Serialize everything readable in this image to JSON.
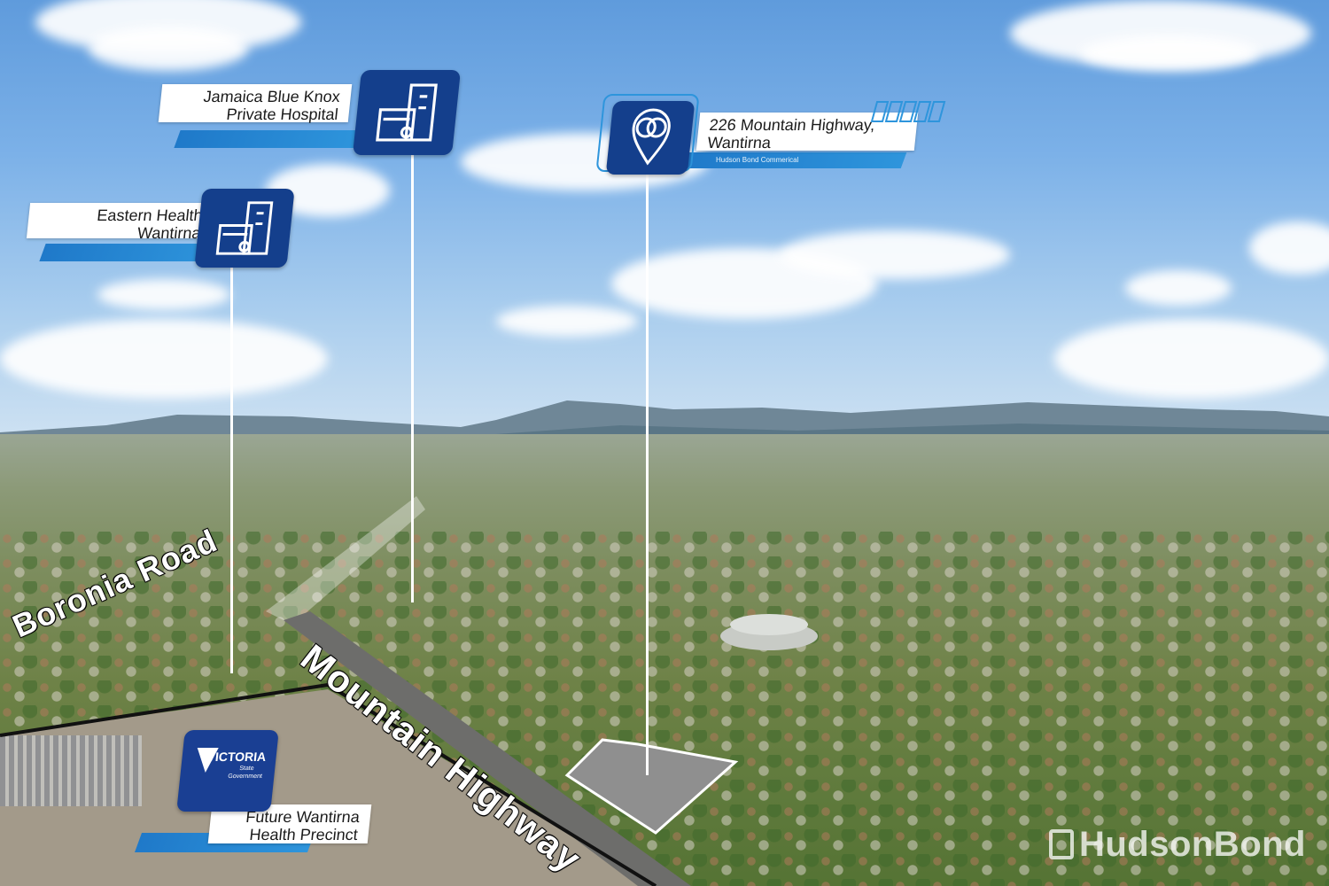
{
  "markers": {
    "eastern_health": {
      "line1": "Eastern Health",
      "line2": "Wantirna",
      "icon": "hospital-building-icon"
    },
    "jamaica_blue": {
      "line1": "Jamaica Blue Knox",
      "line2": "Private Hospital",
      "icon": "hospital-building-icon"
    },
    "property": {
      "line1": "226 Mountain Highway,",
      "line2": "Wantirna",
      "sub": "Hudson Bond Commerical",
      "icon": "location-pin-icon"
    },
    "future_precinct": {
      "line1": "Future Wantirna",
      "line2": "Health Precinct",
      "logo_word": "VICTORIA",
      "logo_sub1": "State",
      "logo_sub2": "Government"
    }
  },
  "roads": {
    "boronia": "Boronia Road",
    "mountain": "Mountain Highway"
  },
  "watermark": "HudsonBond",
  "colors": {
    "tile": "#143f8c",
    "stripe": "#2e95dc",
    "label_bg": "#ffffff"
  }
}
